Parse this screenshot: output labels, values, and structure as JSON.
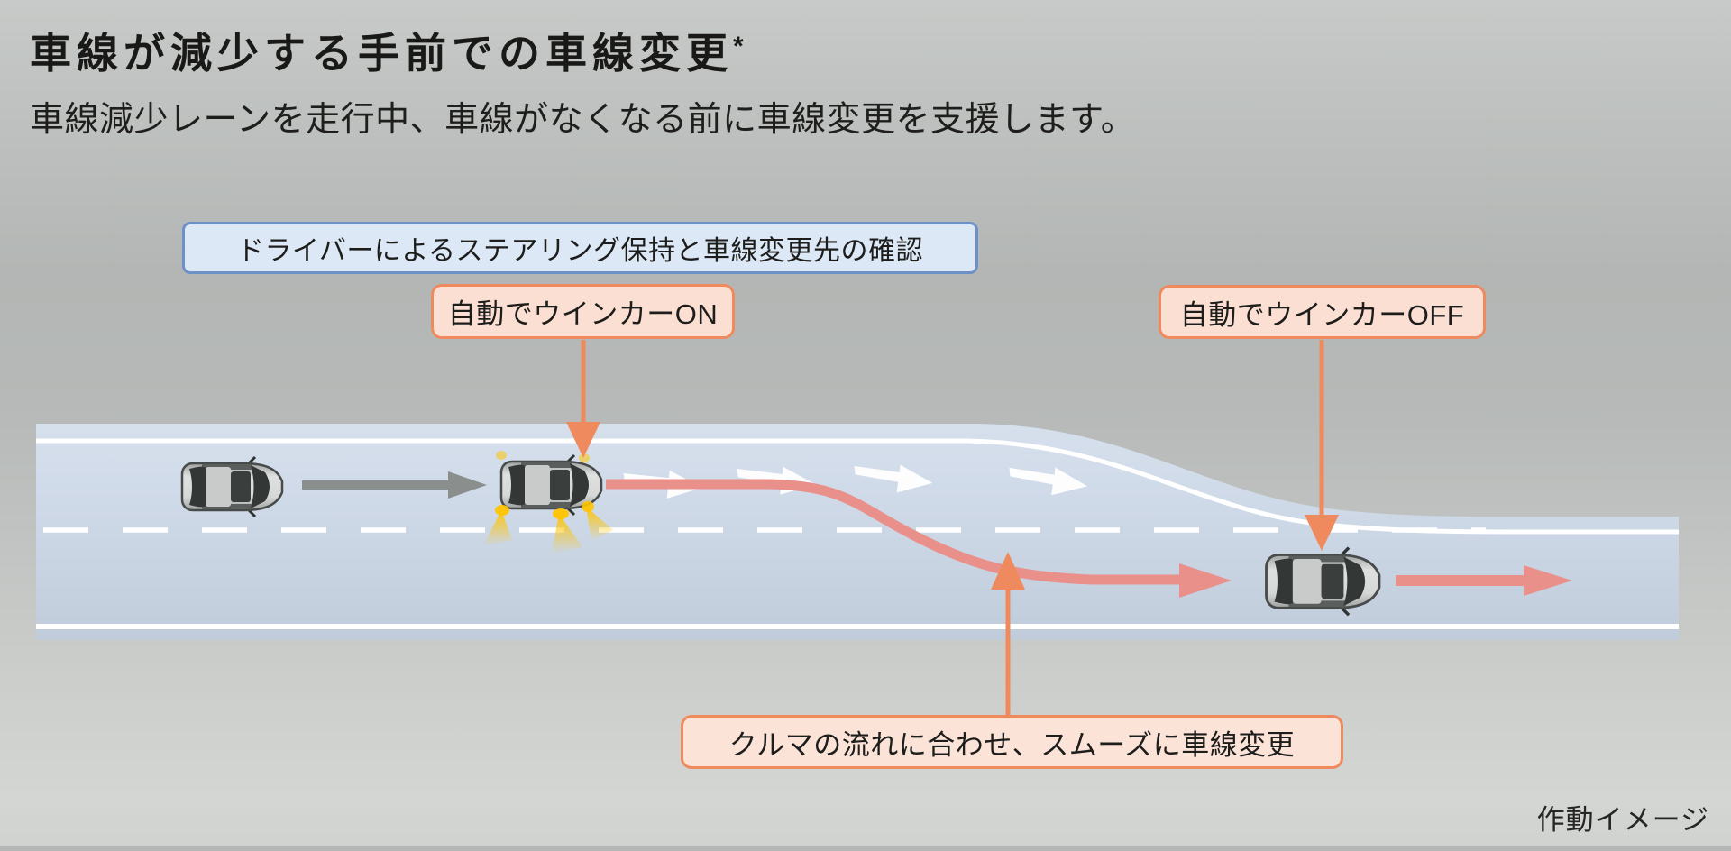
{
  "page": {
    "title": "車線が減少する手前での車線変更",
    "title_note": "*",
    "subtitle": "車線減少レーンを走行中、車線がなくなる前に車線変更を支援します。",
    "caption": "作動イメージ"
  },
  "callouts": {
    "driver_confirm": "ドライバーによるステアリング保持と車線変更先の確認",
    "blinker_on": "自動でウインカーON",
    "blinker_off": "自動でウインカーOFF",
    "smooth_change": "クルマの流れに合わせ、スムーズに車線変更"
  },
  "diagram": {
    "road": {
      "lanes": 2,
      "merges_to": 1,
      "travel_direction": "right"
    },
    "steps": [
      "car-driving-in-ending-lane",
      "car-with-turn-signal-on",
      "car-after-lane-change"
    ]
  },
  "colors": {
    "accent-orange": "#ef8a5e",
    "callout-warm-fill": "#fbdfd2",
    "callout-blue-fill": "#dce8f6",
    "callout-blue-border": "#6d91c7",
    "path-red": "#e9908b",
    "arrow-gray": "#8a8e8c",
    "road-top": "#d5dfec",
    "road-bottom": "#c2cddc",
    "lane-line": "#ffffff",
    "blinker-yellow": "#ffc400",
    "background-gray": "#b9bcba",
    "text": "#1d1d1b"
  }
}
